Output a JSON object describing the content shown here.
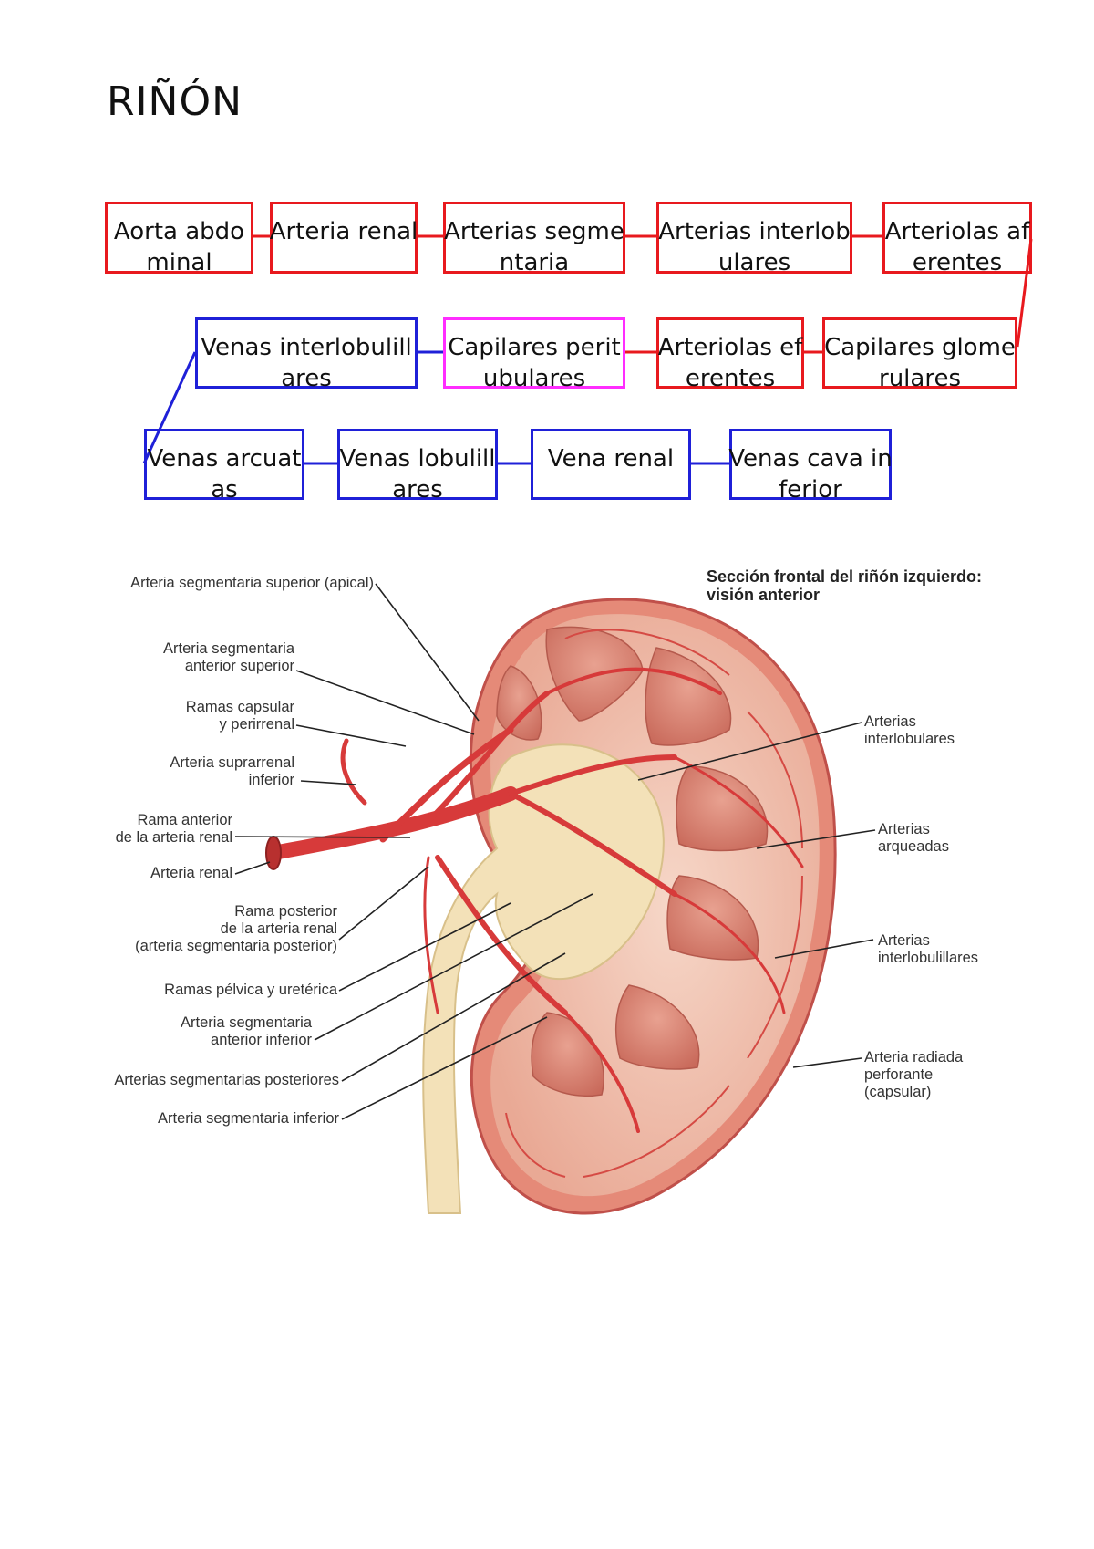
{
  "page": {
    "title": "RIÑÓN"
  },
  "flow": {
    "row1": [
      {
        "label": "Aorta abdominal",
        "color": "red"
      },
      {
        "label": "Arteria renal",
        "color": "red"
      },
      {
        "label": "Arterias segmentaria",
        "color": "red"
      },
      {
        "label": "Arterias interlobulares",
        "color": "red"
      },
      {
        "label": "Arteriolas aferentes",
        "color": "red"
      }
    ],
    "row2": [
      {
        "label": "Venas interlobulillares",
        "color": "blue"
      },
      {
        "label": "Capilares peritubulares",
        "color": "magenta"
      },
      {
        "label": "Arteriolas eferentes",
        "color": "red"
      },
      {
        "label": "Capilares glomerulares",
        "color": "red"
      }
    ],
    "row3": [
      {
        "label": "Venas arcuatas",
        "color": "blue"
      },
      {
        "label": "Venas lobulillares",
        "color": "blue"
      },
      {
        "label": "Vena renal",
        "color": "blue"
      },
      {
        "label": "Venas cava inferior",
        "color": "blue"
      }
    ]
  },
  "figure": {
    "title": "Sección frontal del riñón izquierdo:\nvisión anterior",
    "left_labels": [
      "Arteria segmentaria superior (apical)",
      "Arteria segmentaria\nanterior superior",
      "Ramas capsular\ny perirrenal",
      "Arteria suprarrenal\ninferior",
      "Rama anterior\nde la arteria renal",
      "Arteria renal",
      "Rama posterior\nde la arteria renal\n(arteria segmentaria posterior)",
      "Ramas pélvica y uretérica",
      "Arteria segmentaria\nanterior inferior",
      "Arterias segmentarias posteriores",
      "Arteria segmentaria inferior"
    ],
    "right_labels": [
      "Arterias\ninterlobulares",
      "Arterias\narqueadas",
      "Arterias\ninterlobulillares",
      "Arteria radiada\nperforante\n(capsular)"
    ]
  },
  "colors": {
    "red": "#e8191e",
    "blue": "#1f20d8",
    "magenta": "#ff2dff"
  }
}
